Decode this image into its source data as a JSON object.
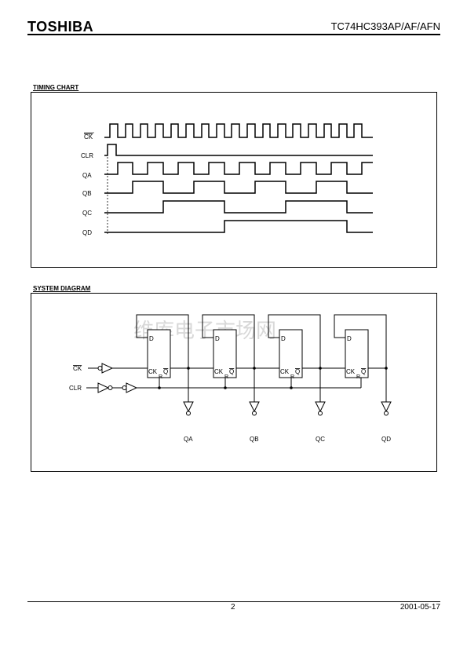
{
  "header": {
    "brand": "TOSHIBA",
    "part_number": "TC74HC393AP/AF/AFN"
  },
  "timing_chart": {
    "title": "TIMING CHART",
    "signals": [
      {
        "label": "CK",
        "overline": true
      },
      {
        "label": "CLR",
        "overline": false
      },
      {
        "label": "QA",
        "overline": false
      },
      {
        "label": "QB",
        "overline": false
      },
      {
        "label": "QC",
        "overline": false
      },
      {
        "label": "QD",
        "overline": false
      }
    ]
  },
  "system_diagram": {
    "title": "SYSTEM DIAGRAM",
    "inputs": {
      "ck": "CK",
      "clr": "CLR"
    },
    "ff": {
      "d": "D",
      "ck": "CK",
      "r": "R",
      "q": "Q"
    },
    "outputs": [
      "QA",
      "QB",
      "QC",
      "QD"
    ],
    "watermark": "维库电子市场网"
  },
  "footer": {
    "page": "2",
    "date": "2001-05-17"
  }
}
